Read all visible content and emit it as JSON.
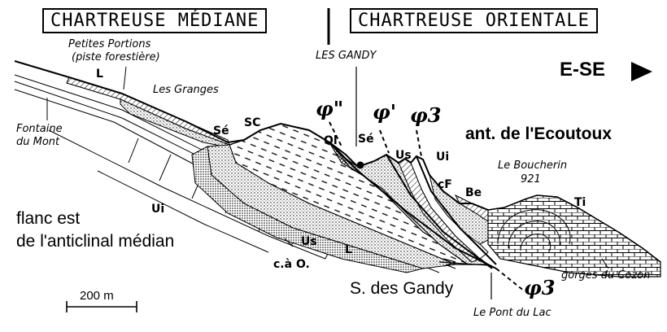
{
  "header": {
    "left_title": "CHARTREUSE MÉDIANE",
    "right_title": "CHARTREUSE ORIENTALE",
    "les_gandy": "LES GANDY",
    "direction": "E-SE"
  },
  "places": {
    "petites_portions": "Petites Portions",
    "piste_forestiere": "(piste forestière)",
    "les_granges": "Les Granges",
    "fontaine": "Fontaine",
    "du_mont": "du Mont",
    "le_boucherin": "Le Boucherin",
    "altitude": "921",
    "gorges": "gorges du Cozon",
    "pont_du_lac": "Le Pont du Lac"
  },
  "units": {
    "L_top": "L",
    "Se_left": "Sé",
    "SC": "SC",
    "Ol": "Ol",
    "Se_right": "Sé",
    "Us_right": "Us",
    "Ui_right": "Ui",
    "cF": "cF",
    "Be": "Be",
    "Ti": "Ti",
    "Ui_left": "Ui",
    "Us_bottom": "Us",
    "L_bottom": "L",
    "ca_O": "c.à O."
  },
  "faults": {
    "phi_double": "φ\"",
    "phi_prime": "φ'",
    "phi3_top": "φ3",
    "phi3_bottom": "φ3"
  },
  "annotations": {
    "anticlinal_line1": "flanc est",
    "anticlinal_line2": "de l'anticlinal médian",
    "ecoutoux": "ant. de l'Ecoutoux",
    "syncline": "S. des Gandy"
  },
  "scale": {
    "label": "200 m"
  }
}
